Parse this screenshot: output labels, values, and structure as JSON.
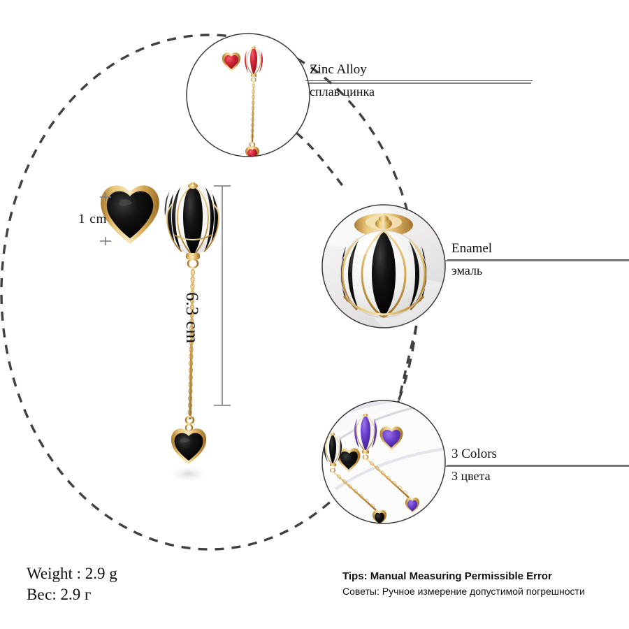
{
  "product": {
    "name": "Hot air balloon and heart drop earrings",
    "colorway": "black and white enamel with gold tone"
  },
  "callouts": [
    {
      "id": "zinc-alloy",
      "en": "Zinc Alloy",
      "ru": "сплав цинка"
    },
    {
      "id": "enamel",
      "en": "Enamel",
      "ru": "эмаль"
    },
    {
      "id": "colors",
      "en": "3 Colors",
      "ru": "3 цвета"
    }
  ],
  "measurements": {
    "stud_height": "1 cm",
    "drop_length": "6.3 cm"
  },
  "weight": {
    "en": "Weight : 2.9 g",
    "ru": "Вес: 2.9 г"
  },
  "tips": {
    "en": "Tips: Manual Measuring Permissible Error",
    "ru": "Советы: Ручное измерение допустимой погрешности"
  },
  "detail_circles": [
    {
      "id": "red-variant-circle",
      "description": "red heart stud and red striped balloon drop earring"
    },
    {
      "id": "enamel-closeup-circle",
      "description": "close up of black and white enamel balloon with gold ribs"
    },
    {
      "id": "three-colors-circle",
      "description": "purple and black white earring variants on white surface"
    }
  ],
  "colors": {
    "gold": "#d8ab57",
    "gold_light": "#f0d08a",
    "gold_dark": "#a8772c",
    "enamel_black": "#0b0b0b",
    "enamel_white": "#f4f4f2",
    "accent_red": "#cf2233",
    "accent_purple": "#6b3fcf",
    "dashed_stroke": "#404040",
    "circle_stroke": "#3a3a3a",
    "rule": "#5a5a5a",
    "text": "#111111",
    "background": "#ffffff"
  }
}
